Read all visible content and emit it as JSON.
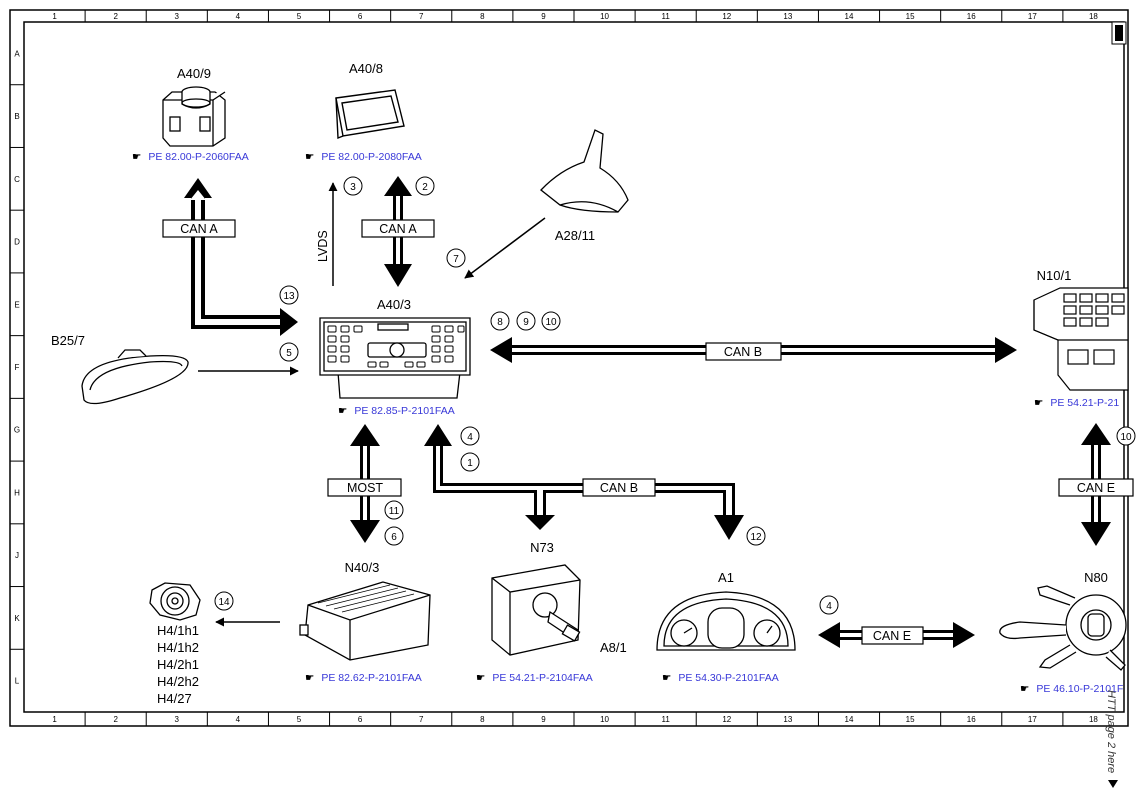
{
  "grid": {
    "columns": [
      "1",
      "2",
      "3",
      "4",
      "5",
      "6",
      "7",
      "8",
      "9",
      "10",
      "11",
      "12",
      "13",
      "14",
      "15",
      "16",
      "17",
      "18"
    ],
    "rows": [
      "A",
      "B",
      "C",
      "D",
      "E",
      "F",
      "G",
      "H",
      "J",
      "K",
      "L"
    ]
  },
  "components": {
    "a40_9": {
      "label": "A40/9",
      "ref": "PE 82.00-P-2060FAA"
    },
    "a40_8": {
      "label": "A40/8",
      "ref": "PE 82.00-P-2080FAA"
    },
    "a28_11": {
      "label": "A28/11"
    },
    "a40_3": {
      "label": "A40/3",
      "ref": "PE 82.85-P-2101FAA"
    },
    "n10_1": {
      "label": "N10/1",
      "ref": "PE 54.21-P-21"
    },
    "b25_7": {
      "label": "B25/7"
    },
    "n40_3": {
      "label": "N40/3",
      "ref": "PE 82.62-P-2101FAA"
    },
    "n73": {
      "label": "N73",
      "ref": "PE 54.21-P-2104FAA"
    },
    "a8_1": {
      "label": "A8/1"
    },
    "a1": {
      "label": "A1",
      "ref": "PE 54.30-P-2101FAA"
    },
    "n80": {
      "label": "N80",
      "ref": "PE 46.10-P-2101F"
    },
    "speakers": {
      "labels": [
        "H4/1h1",
        "H4/1h2",
        "H4/2h1",
        "H4/2h2",
        "H4/27"
      ]
    }
  },
  "buses": {
    "can_a_left": "CAN A",
    "can_a_right": "CAN A",
    "lvds": "LVDS",
    "can_b_right": "CAN B",
    "can_b_bottom": "CAN B",
    "most": "MOST",
    "can_e_right": "CAN E",
    "can_e_bottom": "CAN E"
  },
  "markers": {
    "m1": "1",
    "m2": "2",
    "m3": "3",
    "m4a": "4",
    "m4b": "4",
    "m5": "5",
    "m6": "6",
    "m7": "7",
    "m8": "8",
    "m9": "9",
    "m10a": "10",
    "m10b": "10",
    "m11": "11",
    "m12": "12",
    "m13": "13",
    "m14": "14"
  },
  "side_note": "HTT page 2 here"
}
